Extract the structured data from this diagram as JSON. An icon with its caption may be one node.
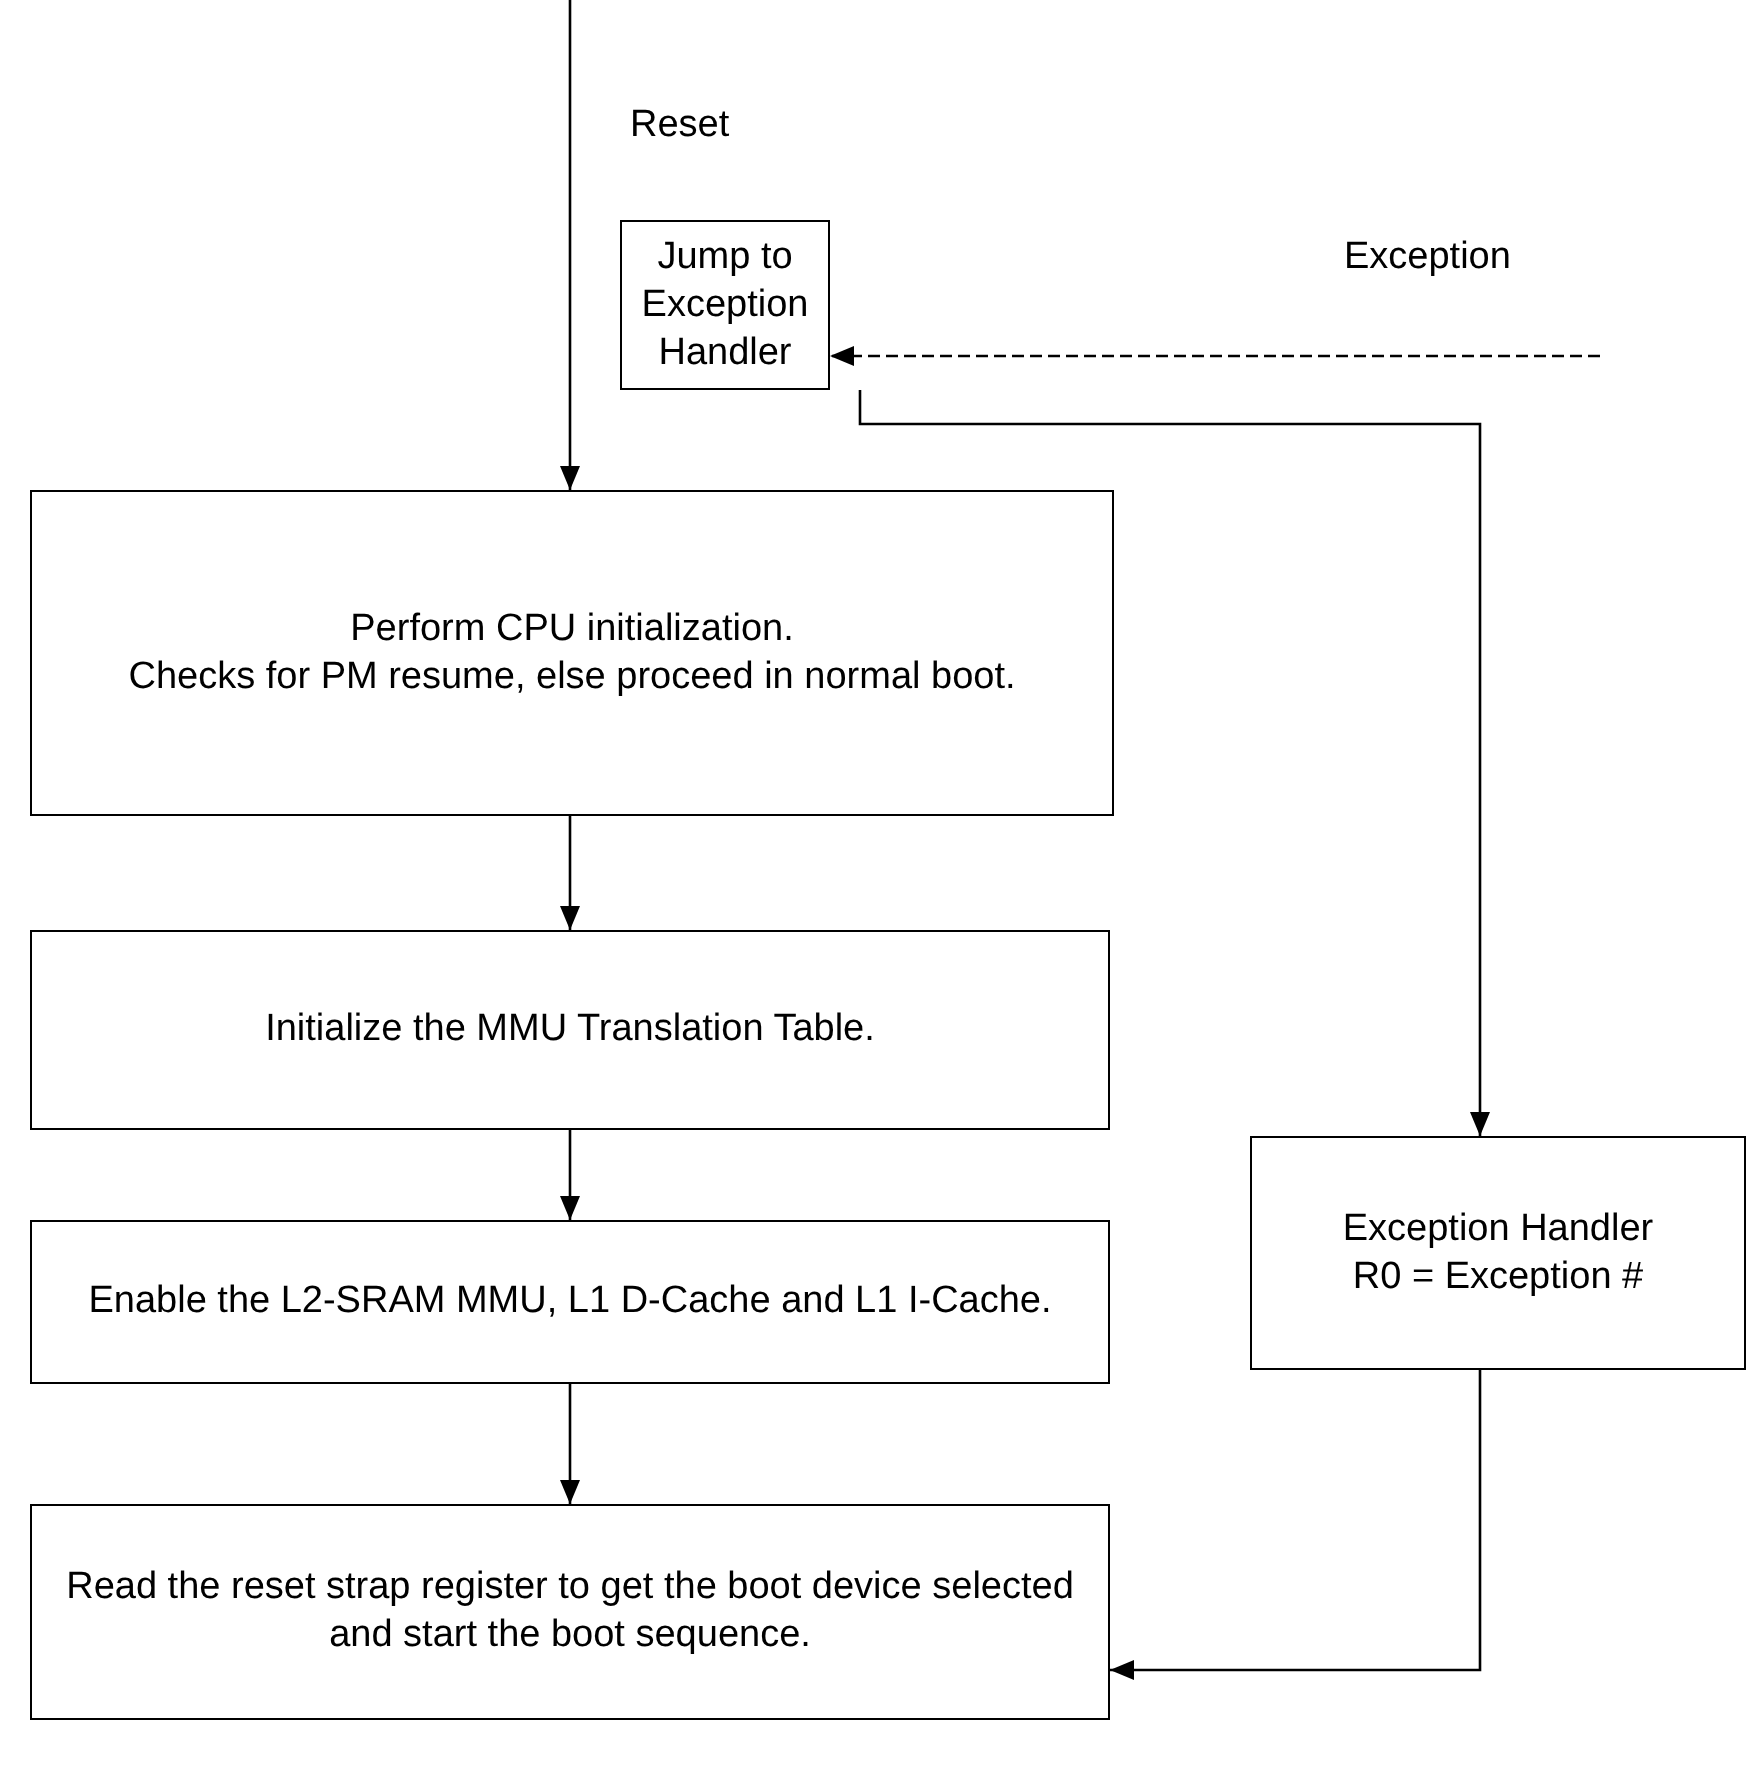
{
  "diagram": {
    "nodes": [
      {
        "text": [
          "Jump to Exception Handler"
        ]
      },
      {
        "text": [
          "Perform CPU initialization.",
          "Checks for PM resume, else proceed in normal boot."
        ]
      },
      {
        "text": [
          "Initialize the MMU Translation Table."
        ]
      },
      {
        "text": [
          "Exception Handler",
          "R0 = Exception #"
        ]
      },
      {
        "text": [
          "Enable the L2-SRAM MMU, L1 D-Cache and L1 I-Cache."
        ]
      },
      {
        "text": [
          "Read the reset strap register to get the boot device selected and start the boot sequence."
        ]
      }
    ],
    "edges": [
      {
        "from": null,
        "to": 1,
        "arrow": "to",
        "label": "Reset"
      },
      {
        "from": null,
        "to": 0,
        "arrow": "to",
        "label": "Exception",
        "style": "dashed"
      },
      {
        "from": 0,
        "to": 3,
        "arrow": "to"
      },
      {
        "from": 1,
        "to": 2,
        "arrow": "to"
      },
      {
        "from": 2,
        "to": 4,
        "arrow": "to"
      },
      {
        "from": 4,
        "to": 5,
        "arrow": "to"
      },
      {
        "from": 3,
        "to": 5,
        "arrow": "to"
      }
    ]
  }
}
